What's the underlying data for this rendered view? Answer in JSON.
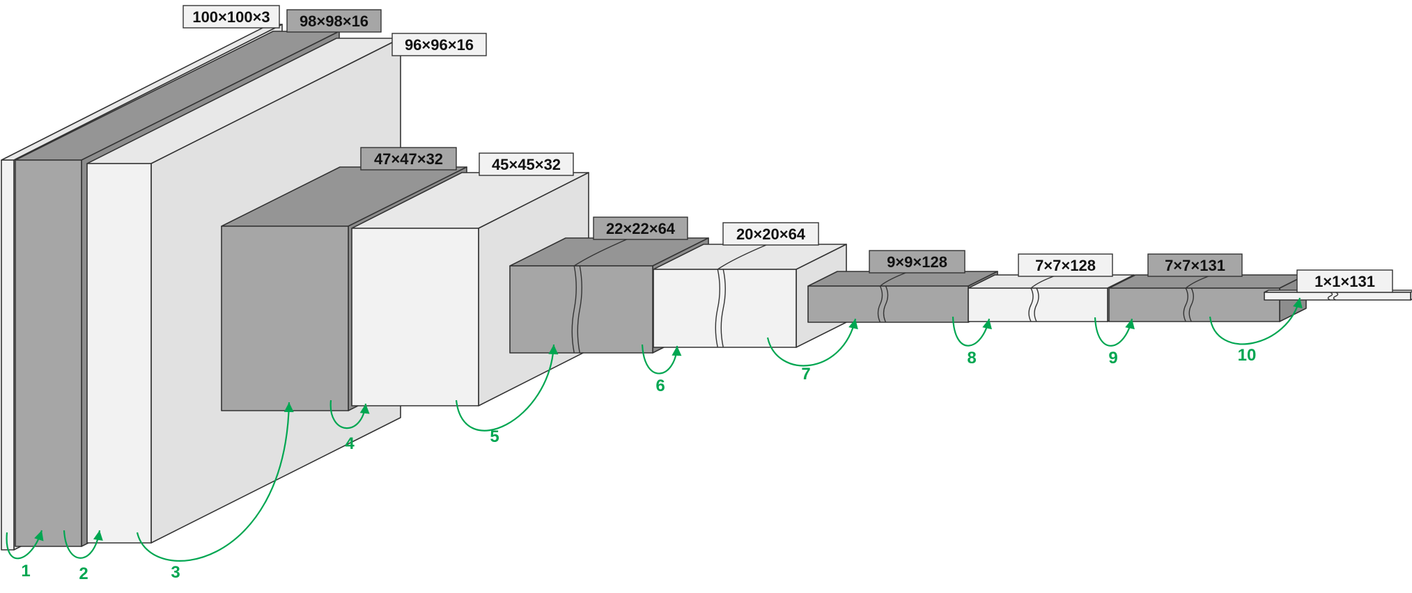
{
  "diagram": {
    "colors": {
      "gray": "#a6a6a6",
      "light": "#f2f2f2",
      "arrow": "#00a651",
      "edge": "#333333"
    },
    "layers": [
      {
        "label": "100×100×3",
        "tone": "light"
      },
      {
        "label": "98×98×16",
        "tone": "gray"
      },
      {
        "label": "96×96×16",
        "tone": "light"
      },
      {
        "label": "47×47×32",
        "tone": "gray"
      },
      {
        "label": "45×45×32",
        "tone": "light"
      },
      {
        "label": "22×22×64",
        "tone": "gray"
      },
      {
        "label": "20×20×64",
        "tone": "light"
      },
      {
        "label": "9×9×128",
        "tone": "gray"
      },
      {
        "label": "7×7×128",
        "tone": "light"
      },
      {
        "label": "7×7×131",
        "tone": "gray"
      },
      {
        "label": "1×1×131",
        "tone": "light"
      }
    ],
    "steps": [
      "1",
      "2",
      "3",
      "4",
      "5",
      "6",
      "7",
      "8",
      "9",
      "10"
    ]
  }
}
